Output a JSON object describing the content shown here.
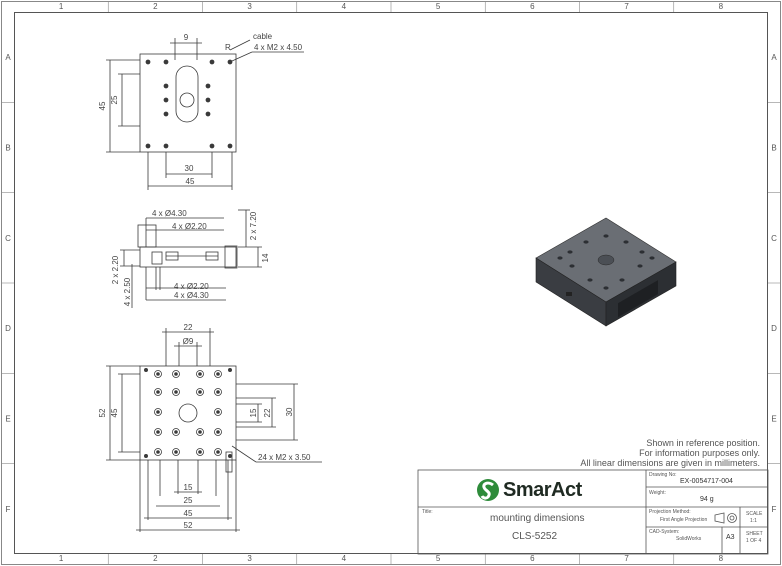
{
  "frame": {
    "columns": [
      "1",
      "2",
      "3",
      "4",
      "5",
      "6",
      "7",
      "8"
    ],
    "rows": [
      "A",
      "B",
      "C",
      "D",
      "E",
      "F"
    ]
  },
  "views": {
    "top": {
      "dim_slot_width": "9",
      "label_cable": "cable",
      "label_r": "R",
      "label_holes": "4 x M2 x 4.50",
      "dim_height_outer": "45",
      "dim_height_inner": "25",
      "dim_width_inner": "30",
      "dim_width_outer": "45"
    },
    "side": {
      "label_holes_a1": "4 x Ø4.30",
      "label_holes_a2": "4 x Ø2.20",
      "label_holes_b1": "4 x Ø2.20",
      "label_holes_b2": "4 x Ø4.30",
      "dim_right_a": "2 x 7.20",
      "dim_right_b": "14",
      "dim_left_a": "2 x 2.20",
      "dim_left_b": "4 x 2.50"
    },
    "bottom": {
      "dim_top_22": "22",
      "dim_top_d9": "Ø9",
      "dim_left_52": "52",
      "dim_left_45": "45",
      "dim_right_15": "15",
      "dim_right_22": "22",
      "dim_right_30": "30",
      "label_holes": "24 x M2 x 3.50",
      "dim_bottom_15": "15",
      "dim_bottom_25": "25",
      "dim_bottom_45": "45",
      "dim_bottom_52": "52"
    }
  },
  "notes": {
    "line1": "Shown in reference position.",
    "line2": "For information purposes only.",
    "line3": "All linear dimensions are given in millimeters."
  },
  "title_block": {
    "logo": "SmarAct",
    "title_label": "Title:",
    "title": "mounting dimensions",
    "subtitle": "CLS-5252",
    "drawing_no_label": "Drawing No:",
    "drawing_no": "EX-0054717-004",
    "weight_label": "Weight:",
    "weight": "94 g",
    "projection_label": "Projection Method:",
    "projection": "First Angle Projection",
    "scale_label": "SCALE",
    "scale": "1:1",
    "cad_label": "CAD-System:",
    "cad": "SolidWorks",
    "size": "A3",
    "sheet_label": "SHEET",
    "sheet": "1 OF 4"
  },
  "colors": {
    "line": "#3a3a3a",
    "frame": "#666666",
    "logo_green": "#2e8b3a"
  }
}
